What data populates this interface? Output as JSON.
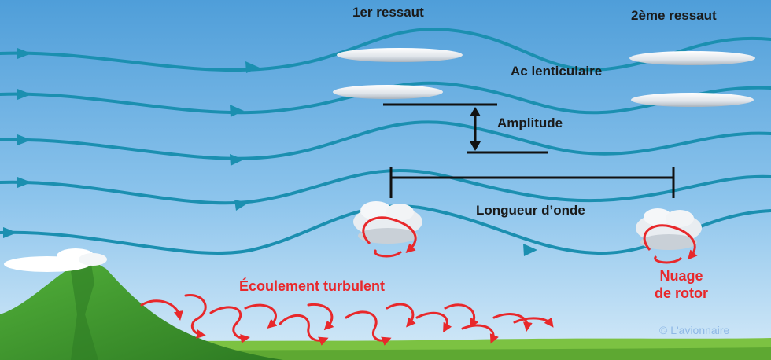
{
  "labels": {
    "first_jump": "1er ressaut",
    "second_jump": "2ème ressaut",
    "lenticular": "Ac lenticulaire",
    "amplitude": "Amplitude",
    "wavelength": "Longueur d’onde",
    "turbulent_flow": "Écoulement turbulent",
    "rotor_cloud_line1": "Nuage",
    "rotor_cloud_line2": "de rotor",
    "credit": "© L'avionnaire"
  },
  "colors": {
    "sky_top": "#4f9ed9",
    "sky_bottom": "#cfe6f7",
    "streamline": "#1b8fb0",
    "measure": "#111111",
    "turbulence": "#e8282b",
    "mountain": "#3f9a2e",
    "ground": "#7cc242",
    "cloud": "#e9edf1"
  },
  "icons": {
    "streamline_arrow": "arrowhead-icon",
    "turbulence_arrow": "curved-arrow-icon",
    "cloud": "cloud-icon"
  }
}
